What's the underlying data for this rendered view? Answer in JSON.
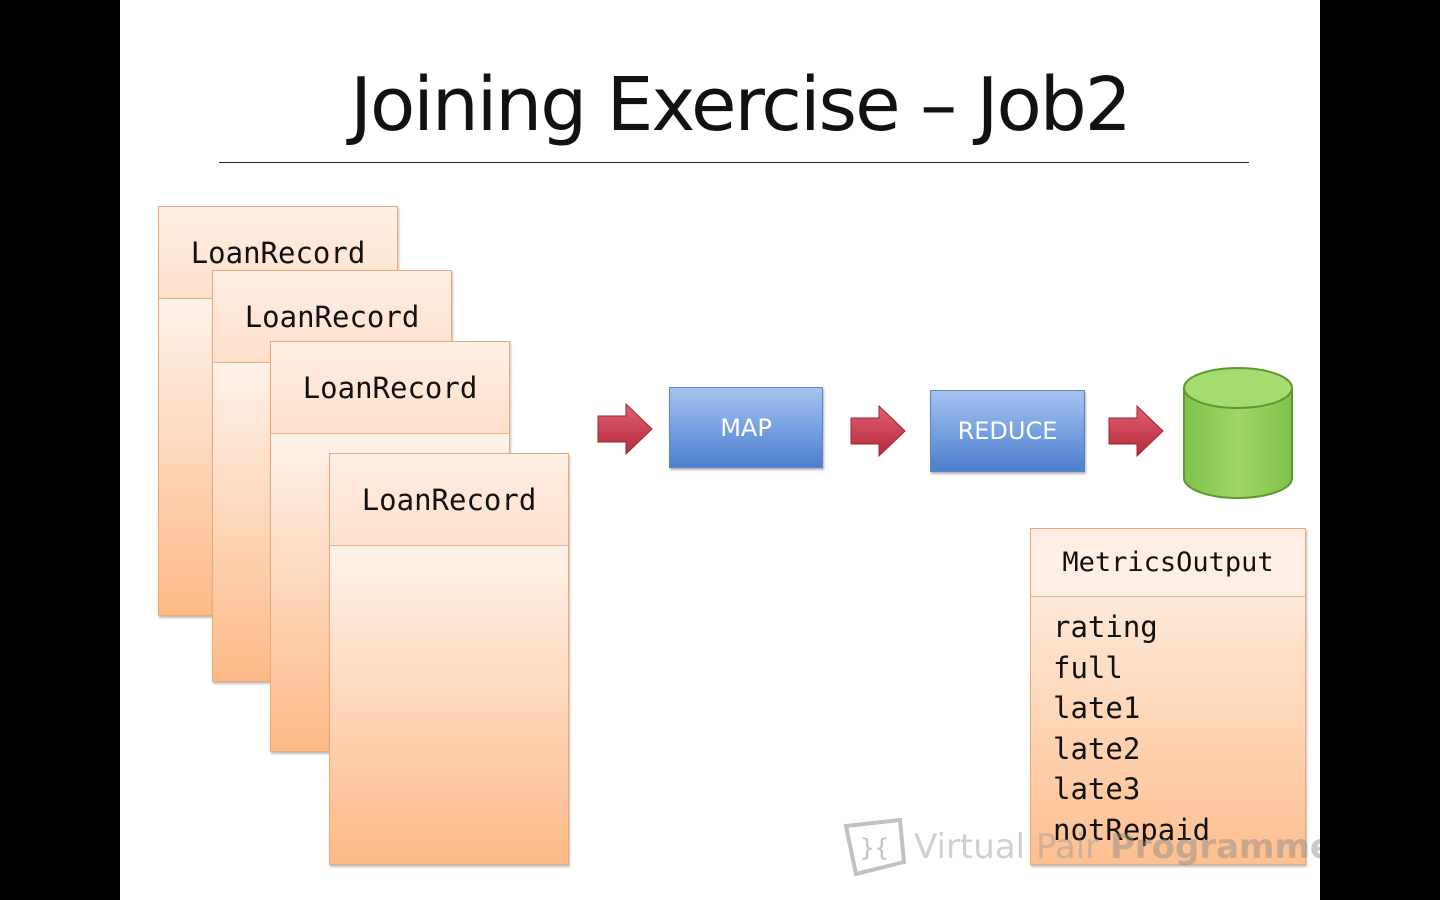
{
  "title": "Joining Exercise – Job2",
  "input_cards": [
    {
      "label": "LoanRecord"
    },
    {
      "label": "LoanRecord"
    },
    {
      "label": "LoanRecord"
    },
    {
      "label": "LoanRecord"
    }
  ],
  "stages": {
    "map": "MAP",
    "reduce": "REDUCE"
  },
  "output": {
    "title": "MetricsOutput",
    "fields": [
      "rating",
      "full",
      "late1",
      "late2",
      "late3",
      "notRepaid"
    ]
  },
  "watermark": {
    "light": "Virtual Pair ",
    "bold": "Programmers"
  },
  "colors": {
    "arrow": "#c8394a",
    "process": "#4f81d0",
    "database": "#8fd05a",
    "card": "#fdbf8f"
  }
}
